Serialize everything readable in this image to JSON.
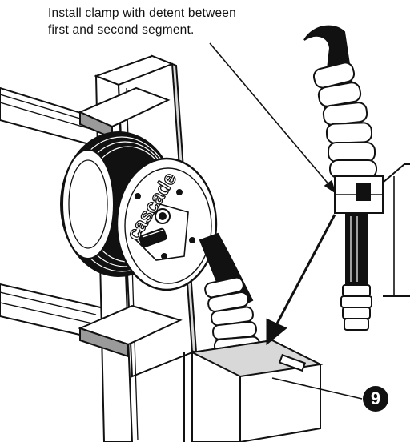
{
  "caption": {
    "line1": "Install clamp with detent between",
    "line2": "first and second segment."
  },
  "callout": {
    "number": "9"
  },
  "reel": {
    "brand_text": "cascade"
  },
  "colors": {
    "ink": "#111111",
    "paper": "#ffffff",
    "shade": "#9a9a9a",
    "light_shade": "#d8d8d8"
  }
}
